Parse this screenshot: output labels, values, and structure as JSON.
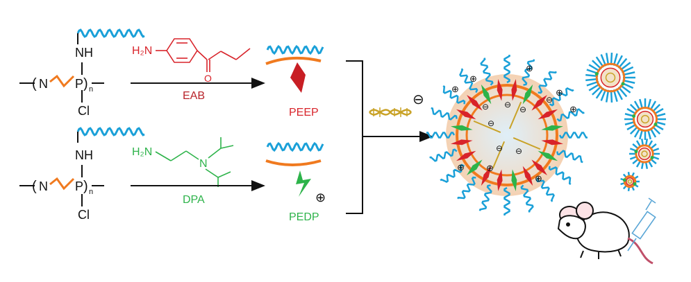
{
  "colors": {
    "peg": "#1aa0d8",
    "backbone": "#f07a1f",
    "eab": "#d8232a",
    "dpa": "#2db34a",
    "dna": "#c9a227",
    "black": "#111111",
    "mouse_tail": "#c0506a",
    "syringe": "#5aa6d6"
  },
  "top_reaction": {
    "nh": "NH",
    "n": "N",
    "p": "P",
    "sub_n": "n",
    "cl": "Cl",
    "reagent_h2n": "H₂N",
    "reagent_o": "O",
    "arrow_label": "EAB",
    "product_label": "PEEP"
  },
  "bottom_reaction": {
    "nh": "NH",
    "n": "N",
    "p": "P",
    "sub_n": "n",
    "cl": "Cl",
    "reagent_h2n": "H₂N",
    "reagent_n": "N",
    "arrow_label": "DPA",
    "product_label": "PEDP",
    "charge": "⊕"
  },
  "dna_charge": "⊖",
  "icons": [
    "peg-chain-icon",
    "dna-helix-icon",
    "nanoparticle-icon",
    "mouse-icon",
    "syringe-icon"
  ]
}
